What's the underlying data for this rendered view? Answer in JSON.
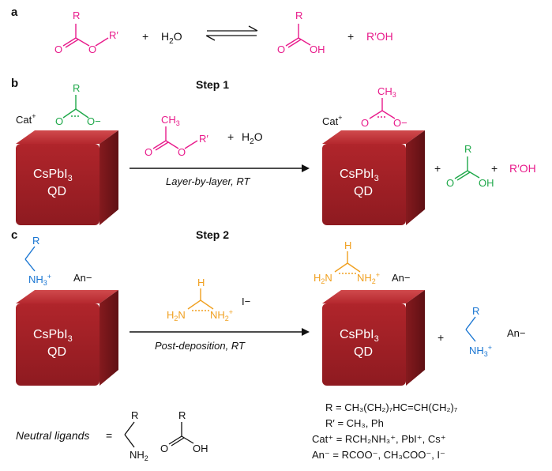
{
  "colors": {
    "magenta": "#e81b8b",
    "green": "#1fa84a",
    "blue": "#1a76d2",
    "orange": "#f0a020",
    "cube_front": "#a31e25",
    "cube_top": "#c43a3e",
    "cube_side": "#7e1519",
    "black": "#111111"
  },
  "panel_a": {
    "label": "a",
    "plus1": "+",
    "water_H": "H",
    "water_sub": "2",
    "water_O": "O",
    "plus2": "+",
    "alcohol": "R′OH",
    "ester_R": "R",
    "ester_O_carbonyl": "O",
    "ester_O_single": "O",
    "ester_Rp": "R′",
    "acid_R": "R",
    "acid_O": "O",
    "acid_OH": "OH"
  },
  "panel_b": {
    "label": "b",
    "step": "Step 1",
    "cat_left": "Cat",
    "cat_left_sup": "+",
    "carboxylate_R": "R",
    "carboxylate_O": "O",
    "carboxylate_Ominus": "O−",
    "cube_left_line1": "CsPbI",
    "cube_left_sub": "3",
    "cube_left_line2": "QD",
    "reagent_CH3": "CH",
    "reagent_CH3_sub": "3",
    "reagent_O": "O",
    "reagent_O2": "O",
    "reagent_Rp": "R′",
    "reagent_plus": "+",
    "reagent_H": "H",
    "reagent_H_sub": "2",
    "reagent_O_water": "O",
    "arrow_label": "Layer-by-layer,  RT",
    "cat_right": "Cat",
    "cat_right_sup": "+",
    "acetate_CH3": "CH",
    "acetate_CH3_sub": "3",
    "acetate_O": "O",
    "acetate_Ominus": "O−",
    "cube_right_line1": "CsPbI",
    "cube_right_sub": "3",
    "cube_right_line2": "QD",
    "plus_a": "+",
    "acid_R": "R",
    "acid_O": "O",
    "acid_OH": "OH",
    "plus_b": "+",
    "alcohol": "R′OH"
  },
  "panel_c": {
    "label": "c",
    "step": "Step 2",
    "amine_R": "R",
    "amine_NH3": "NH",
    "amine_NH3_sub": "3",
    "amine_NH3_sup": "+",
    "an_left": "An−",
    "cube_left_line1": "CsPbI",
    "cube_left_sub": "3",
    "cube_left_line2": "QD",
    "fa_H": "H",
    "fa_H2N": "H",
    "fa_H2N_sub": "2",
    "fa_H2N_N": "N",
    "fa_NH2": "NH",
    "fa_NH2_sub": "2",
    "fa_NH2_sup": "+",
    "iodide": "I−",
    "arrow_label": "Post-deposition,  RT",
    "fa_right_H": "H",
    "fa_right_H2N": "H",
    "fa_right_H2N_sub": "2",
    "fa_right_H2N_N": "N",
    "fa_right_NH2": "NH",
    "fa_right_NH2_sub": "2",
    "fa_right_NH2_sup": "+",
    "an_right_top": "An−",
    "cube_right_line1": "CsPbI",
    "cube_right_sub": "3",
    "cube_right_line2": "QD",
    "plus": "+",
    "amine_right_R": "R",
    "amine_right_NH3": "NH",
    "amine_right_NH3_sub": "3",
    "amine_right_NH3_sup": "+",
    "an_right": "An−"
  },
  "legend": {
    "neutral_label": "Neutral  ligands",
    "equals": "=",
    "neutral_amine_R": "R",
    "neutral_amine_NH2": "NH",
    "neutral_amine_NH2_sub": "2",
    "neutral_acid_R": "R",
    "neutral_acid_O": "O",
    "neutral_acid_OH": "OH",
    "def_R": "R = CH₃(CH₂)₇HC=CH(CH₂)₇",
    "def_Rp": "R′ = CH₃, Ph",
    "def_cat": "Cat⁺ = RCH₂NH₃⁺, PbI⁺, Cs⁺",
    "def_an": "An⁻ = RCOO⁻, CH₃COO⁻, I⁻"
  }
}
